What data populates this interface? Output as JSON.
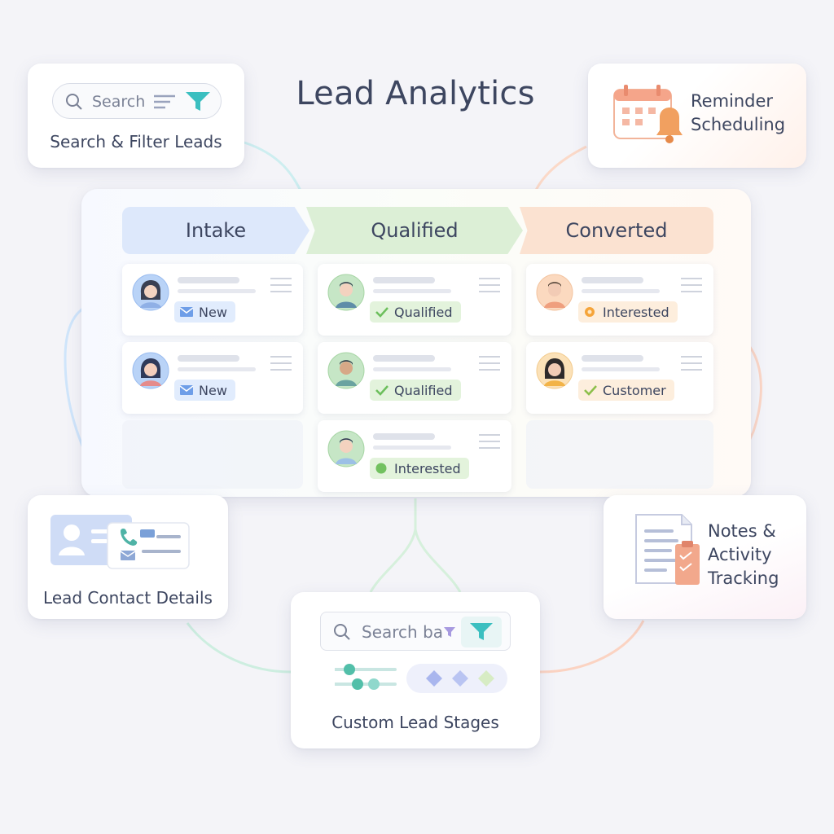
{
  "title": "Lead Analytics",
  "search_filter": {
    "search_placeholder": "Search",
    "label": "Search & Filter Leads"
  },
  "reminder": {
    "label_line1": "Reminder",
    "label_line2": "Scheduling"
  },
  "stages": [
    {
      "label": "Intake"
    },
    {
      "label": "Qualified"
    },
    {
      "label": "Converted"
    }
  ],
  "leads": {
    "intake": [
      {
        "badge": "New"
      },
      {
        "badge": "New"
      }
    ],
    "qualified": [
      {
        "badge": "Qualified"
      },
      {
        "badge": "Qualified"
      },
      {
        "badge": "Interested"
      }
    ],
    "converted": [
      {
        "badge": "Interested"
      },
      {
        "badge": "Customer"
      }
    ]
  },
  "contact": {
    "label": "Lead Contact Details"
  },
  "custom": {
    "search_placeholder": "Search ba",
    "label": "Custom Lead Stages"
  },
  "notes": {
    "label_line1": "Notes &",
    "label_line2": "Activity",
    "label_line3": "Tracking"
  },
  "colors": {
    "intake": "#dde8fb",
    "qualified": "#dcefd6",
    "converted": "#fbe2d1",
    "teal_filter": "#3bbfc0",
    "accent_orange": "#f1a060"
  }
}
